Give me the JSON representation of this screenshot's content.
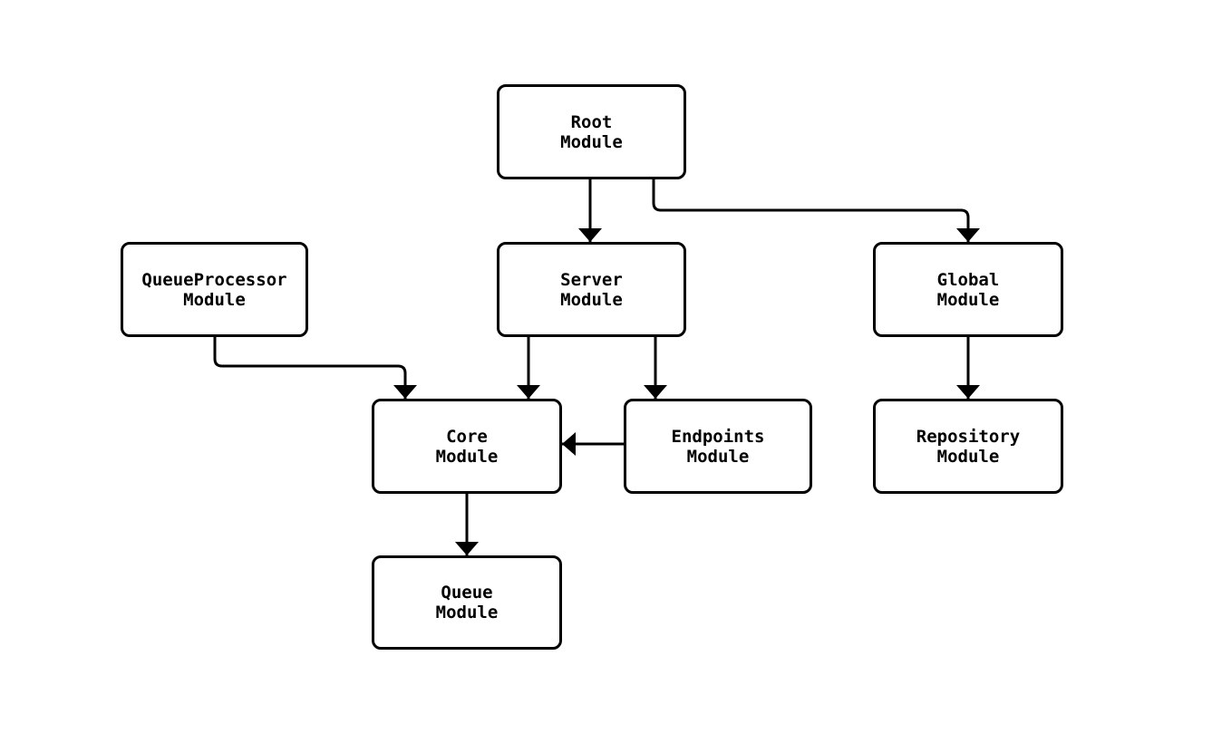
{
  "diagram": {
    "type": "flowchart",
    "colors": {
      "background": "#ffffff",
      "node_fill": "#ffffff",
      "node_border": "#000000",
      "edge_stroke": "#000000",
      "text": "#000000"
    },
    "nodes": {
      "root": {
        "line1": "Root",
        "line2": "Module"
      },
      "qproc": {
        "line1": "QueueProcessor",
        "line2": "Module"
      },
      "server": {
        "line1": "Server",
        "line2": "Module"
      },
      "global": {
        "line1": "Global",
        "line2": "Module"
      },
      "core": {
        "line1": "Core",
        "line2": "Module"
      },
      "endpoints": {
        "line1": "Endpoints",
        "line2": "Module"
      },
      "repository": {
        "line1": "Repository",
        "line2": "Module"
      },
      "queue": {
        "line1": "Queue",
        "line2": "Module"
      }
    },
    "edges": [
      {
        "id": "root-to-server",
        "from": "Root Module",
        "to": "Server Module"
      },
      {
        "id": "root-to-global",
        "from": "Root Module",
        "to": "Global Module"
      },
      {
        "id": "qproc-to-core",
        "from": "QueueProcessor Module",
        "to": "Core Module"
      },
      {
        "id": "server-to-core",
        "from": "Server Module",
        "to": "Core Module"
      },
      {
        "id": "server-to-endpoints",
        "from": "Server Module",
        "to": "Endpoints Module"
      },
      {
        "id": "endpoints-to-core",
        "from": "Endpoints Module",
        "to": "Core Module"
      },
      {
        "id": "global-to-repository",
        "from": "Global Module",
        "to": "Repository Module"
      },
      {
        "id": "core-to-queue",
        "from": "Core Module",
        "to": "Queue Module"
      }
    ]
  }
}
